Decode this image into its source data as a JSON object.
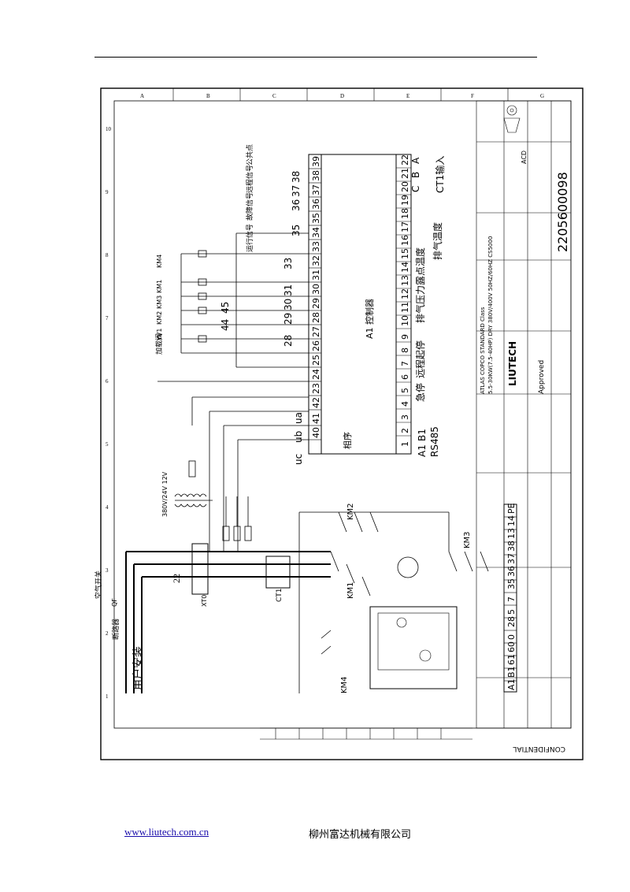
{
  "controller": {
    "label": "A1  控制器",
    "phase_label": "相序"
  },
  "terminals_top": [
    "22",
    "21",
    "20",
    "19",
    "18",
    "17",
    "16",
    "15",
    "14",
    "13",
    "12",
    "11",
    "10",
    "9",
    "8",
    "7",
    "6",
    "5",
    "4",
    "3",
    "2",
    "1"
  ],
  "terminals_bottom": [
    "39",
    "38",
    "37",
    "36",
    "35",
    "34",
    "33",
    "32",
    "31",
    "30",
    "29",
    "28",
    "27",
    "26",
    "25",
    "24",
    "23",
    "42",
    "41",
    "40"
  ],
  "input_labels": {
    "uc": "uc",
    "ub": "ub",
    "ua": "ua",
    "a": "A",
    "b": "B",
    "c": "C",
    "ct1_input": "CT1输入"
  },
  "numbers_left": {
    "n28": "28",
    "n29": "29",
    "n30": "30",
    "n31": "31",
    "n33": "33",
    "n44": "44",
    "n45": "45",
    "n35": "35",
    "n36": "36",
    "n37": "37",
    "n38": "38"
  },
  "signals": {
    "run": "运行信号",
    "fault": "故障信号",
    "remote": "远程信号",
    "common": "公共点"
  },
  "sensors": {
    "exhaust_temp": "排气温度",
    "dew_temp": "露点温度",
    "exhaust_pressure": "排气压力",
    "emergency": "急停",
    "remote_start": "远程起停"
  },
  "rs485": {
    "a1": "A1",
    "b1": "B1",
    "label": "RS485"
  },
  "loads": {
    "load_valve": "加载阀",
    "km4": "KM4",
    "km1": "KM1",
    "km3": "KM3",
    "km2": "KM2",
    "yv1": "YV1"
  },
  "bottom_terminals": [
    "A1",
    "B1",
    "61",
    "60",
    "0",
    "28",
    "5",
    "7",
    "35",
    "36",
    "37",
    "38",
    "13",
    "14",
    "PE"
  ],
  "power": {
    "user_install": "用户安装",
    "air_switch": "空气开关",
    "qf": "QF",
    "breaker": "断路器",
    "xt0": "XT0",
    "ct1": "CT1",
    "transformer": "380V/24V 12V"
  },
  "title_block": {
    "company": "ATLAS COPCO STANDARD Class",
    "name": "5.5-30KW(7.5-40HP) DRY 380V/400V 50HZ/60HZ CS5000",
    "brand": "LIUTECH",
    "approved": "Approved",
    "drawing_no": "2205600098",
    "acd": "ACD",
    "confidential": "CONFIDENTIAL"
  },
  "footer": {
    "url": "www.liutech.com.cn",
    "company": "柳州富达机械有限公司"
  }
}
